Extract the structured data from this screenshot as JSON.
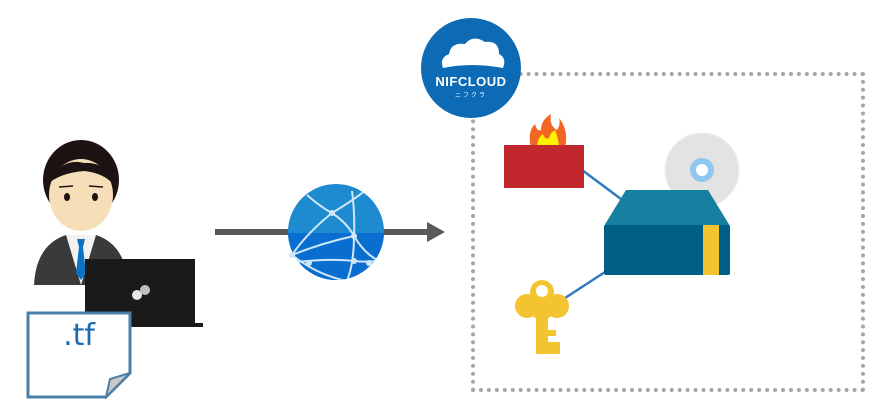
{
  "diagram": {
    "title": "Terraform provisioning to NIFCLOUD",
    "user": {
      "role": "developer",
      "device": "laptop"
    },
    "file": {
      "label": ".tf"
    },
    "network": {
      "icon": "globe-icon"
    },
    "cloud": {
      "brand": "NIFCLOUD",
      "brand_sub": "ニフクラ",
      "resources": [
        {
          "name": "firewall",
          "icon": "firewall-icon"
        },
        {
          "name": "server",
          "icon": "server-icon"
        },
        {
          "name": "disk",
          "icon": "disk-icon"
        },
        {
          "name": "ssh-key",
          "icon": "key-icon"
        }
      ]
    },
    "colors": {
      "brand_blue": "#1a6bb0",
      "arrow": "#595959",
      "firewall": "#c1272d",
      "server_top": "#1780a1",
      "server_front": "#005f85",
      "key": "#f4c430",
      "border": "#a6a6a6",
      "link": "#2f7ac0"
    }
  }
}
